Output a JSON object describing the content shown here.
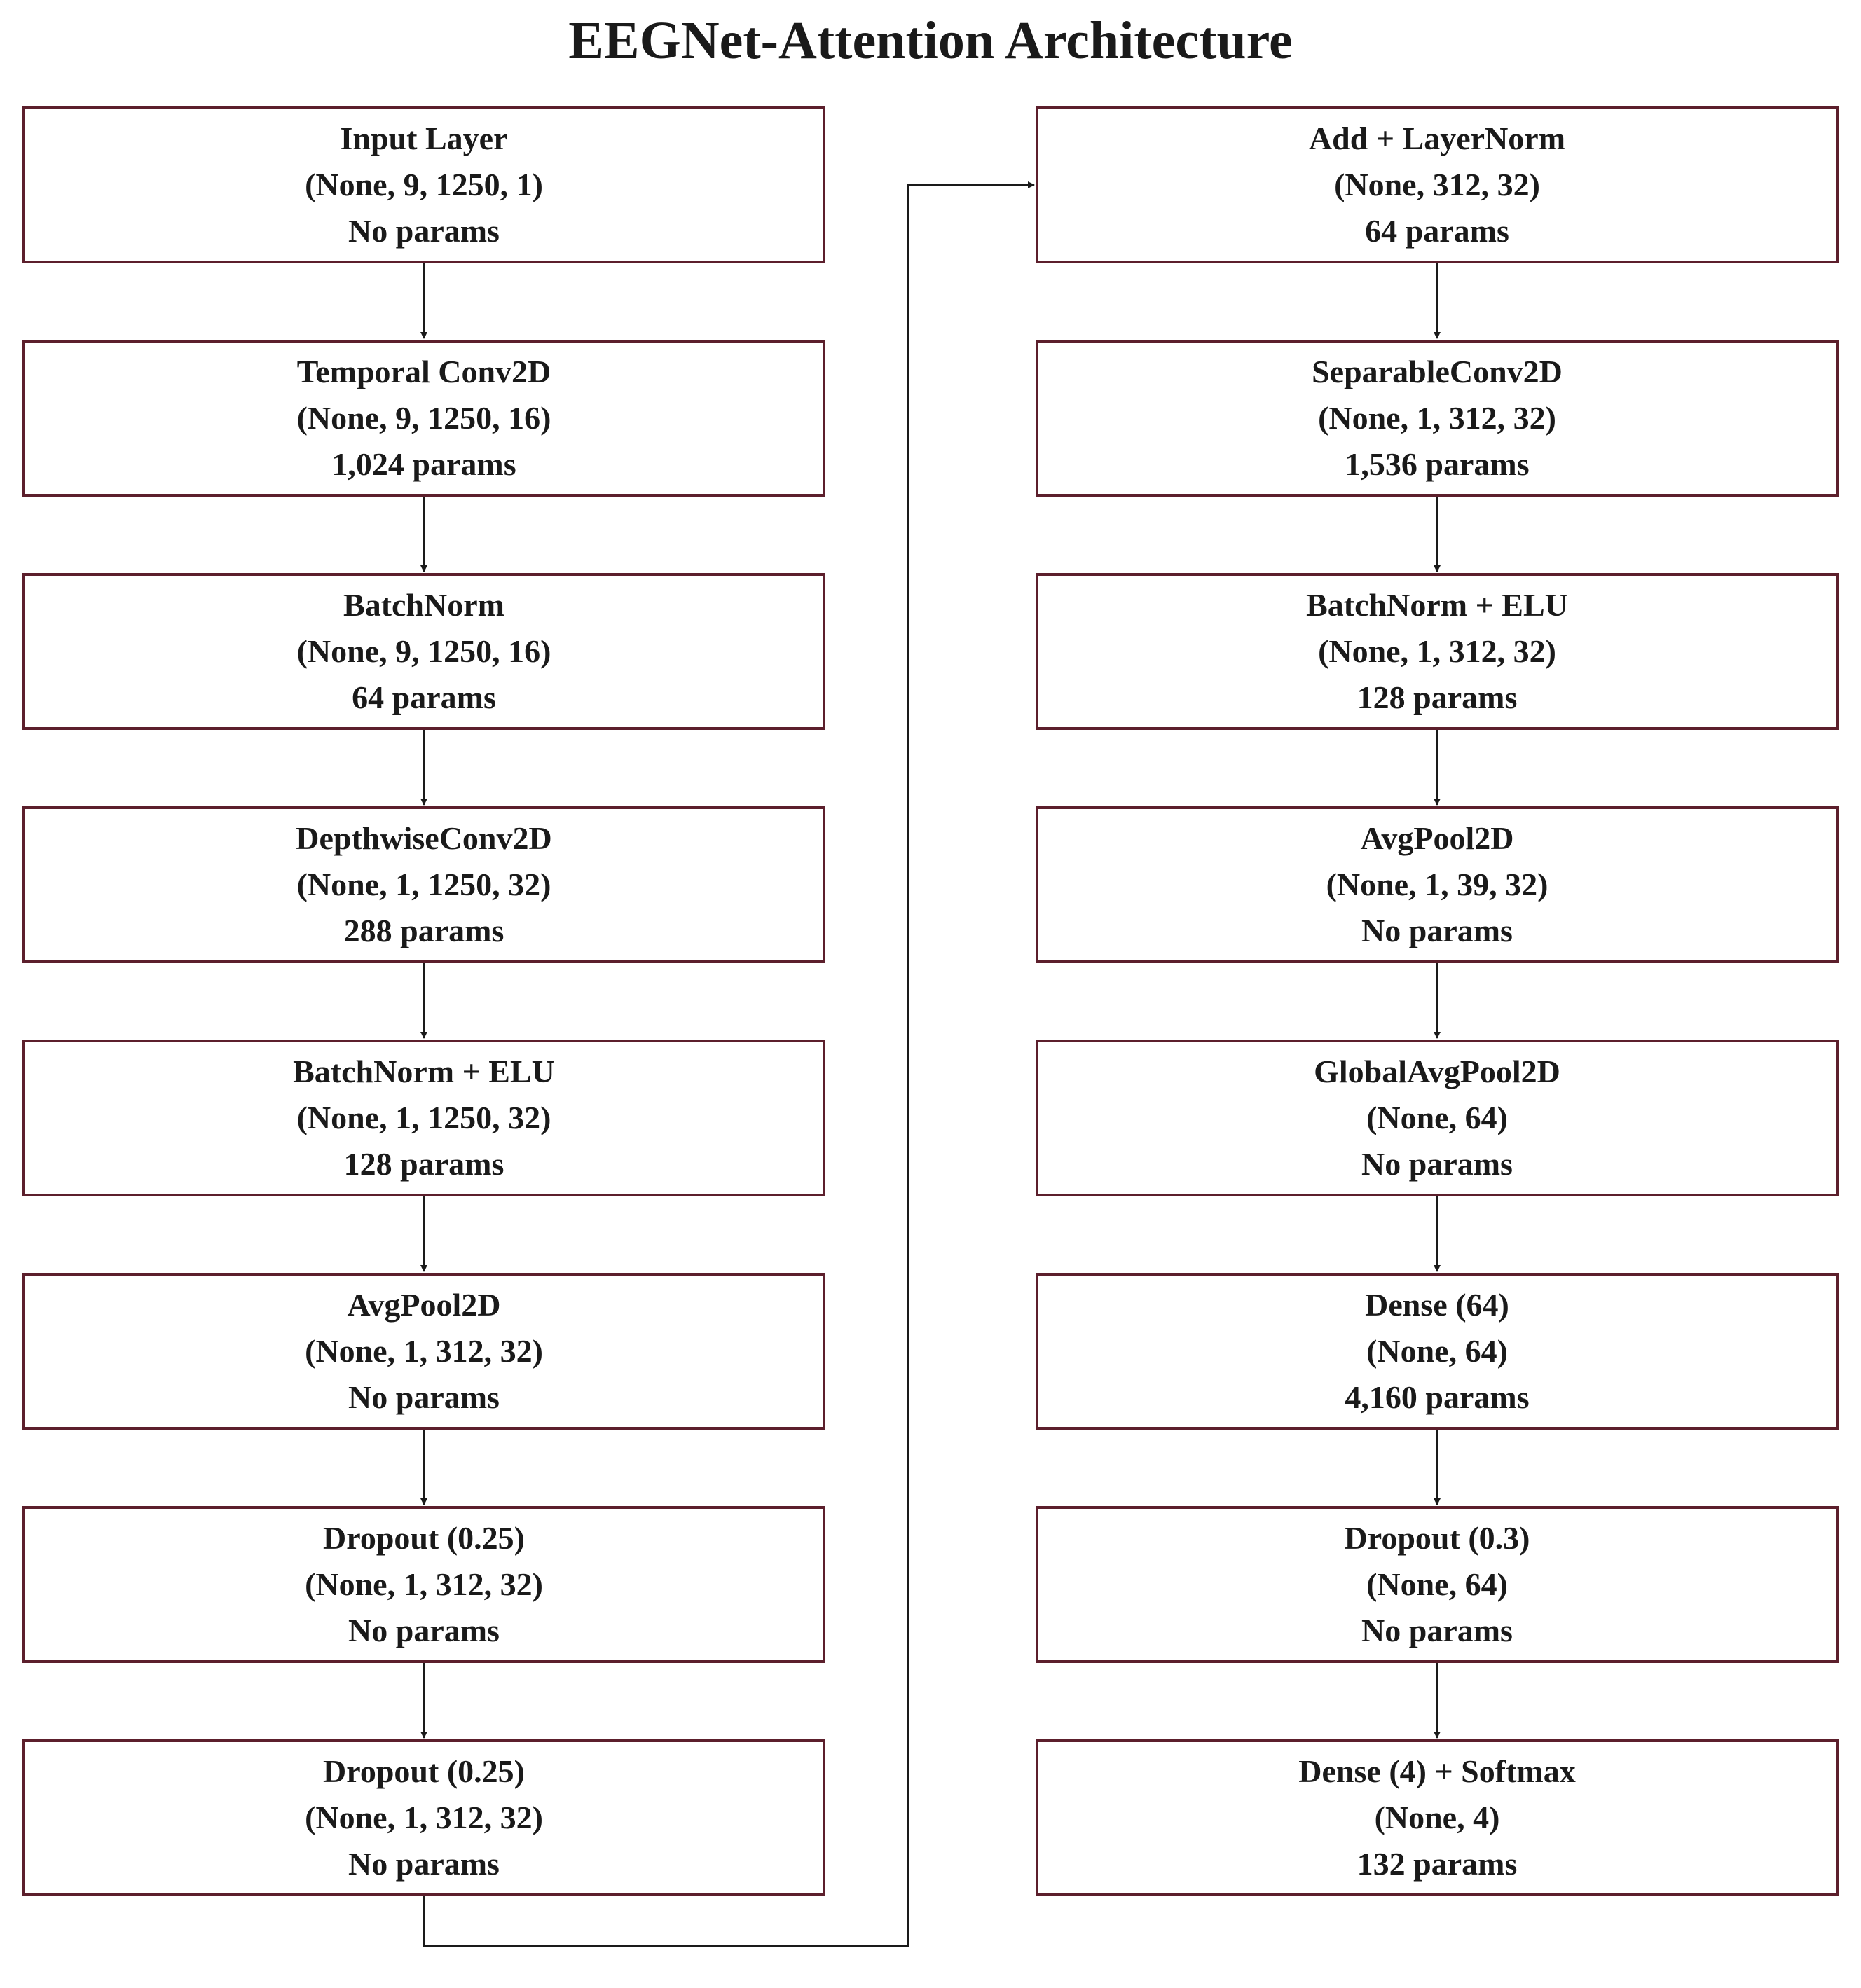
{
  "title": "EEGNet-Attention Architecture",
  "left_column": [
    {
      "name": "Input Layer",
      "shape": "(None, 9, 1250, 1)",
      "params": "No params"
    },
    {
      "name": "Temporal Conv2D",
      "shape": "(None, 9, 1250, 16)",
      "params": "1,024 params"
    },
    {
      "name": "BatchNorm",
      "shape": "(None, 9, 1250, 16)",
      "params": "64 params"
    },
    {
      "name": "DepthwiseConv2D",
      "shape": "(None, 1, 1250, 32)",
      "params": "288 params"
    },
    {
      "name": "BatchNorm + ELU",
      "shape": "(None, 1, 1250, 32)",
      "params": "128 params"
    },
    {
      "name": "AvgPool2D",
      "shape": "(None, 1, 312, 32)",
      "params": "No params"
    },
    {
      "name": "Dropout (0.25)",
      "shape": "(None, 1, 312, 32)",
      "params": "No params"
    },
    {
      "name": "Dropout (0.25)",
      "shape": "(None, 1, 312, 32)",
      "params": "No params"
    }
  ],
  "right_column": [
    {
      "name": "Add + LayerNorm",
      "shape": "(None, 312, 32)",
      "params": "64 params"
    },
    {
      "name": "SeparableConv2D",
      "shape": "(None, 1, 312, 32)",
      "params": "1,536 params"
    },
    {
      "name": "BatchNorm + ELU",
      "shape": "(None, 1, 312, 32)",
      "params": "128 params"
    },
    {
      "name": "AvgPool2D",
      "shape": "(None, 1, 39, 32)",
      "params": "No params"
    },
    {
      "name": "GlobalAvgPool2D",
      "shape": "(None, 64)",
      "params": "No params"
    },
    {
      "name": "Dense (64)",
      "shape": "(None, 64)",
      "params": "4,160 params"
    },
    {
      "name": "Dropout (0.3)",
      "shape": "(None, 64)",
      "params": "No params"
    },
    {
      "name": "Dense (4) + Softmax",
      "shape": "(None, 4)",
      "params": "132 params"
    }
  ],
  "colors": {
    "box_border": "#5c1f2c",
    "text": "#1a1a1a",
    "arrow": "#1a1a1a",
    "background": "#ffffff"
  }
}
